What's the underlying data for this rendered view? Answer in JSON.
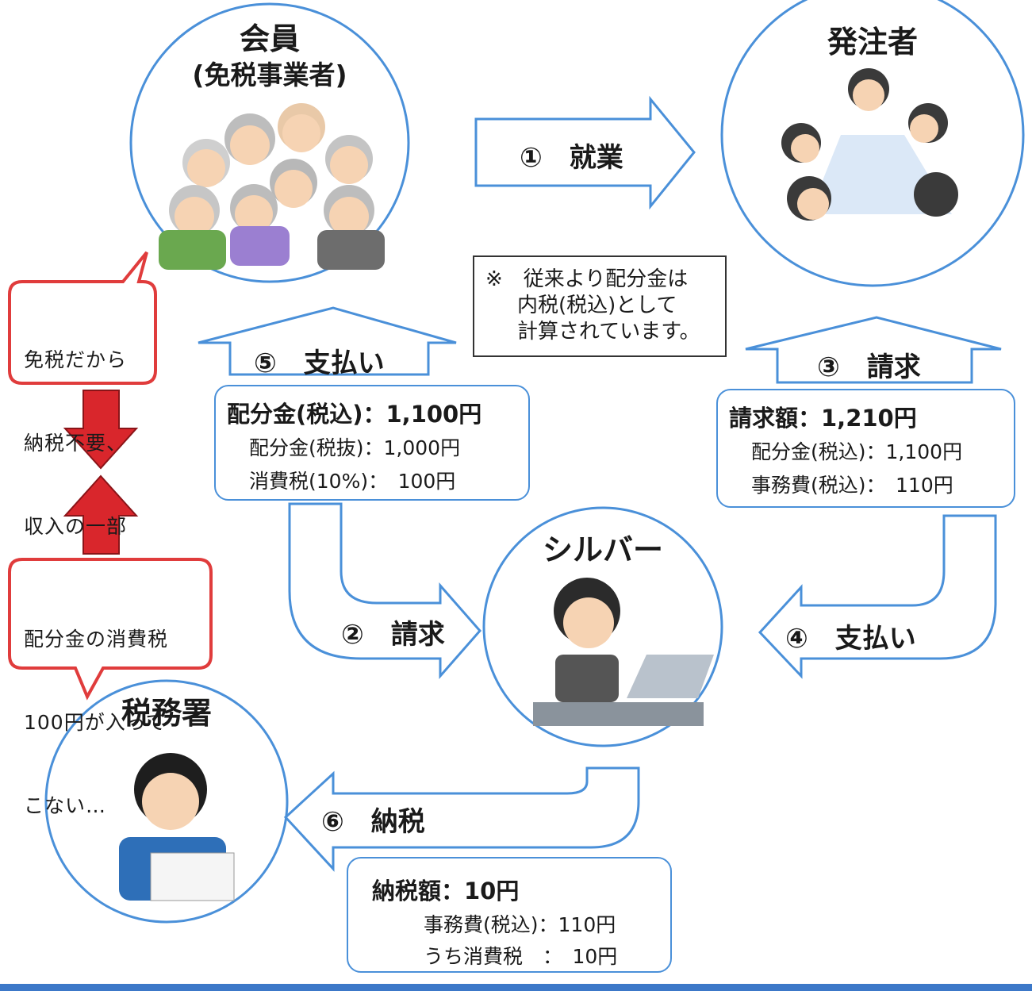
{
  "nodes": {
    "member": {
      "title": "会員",
      "subtitle": "(免税事業者)"
    },
    "client": {
      "title": "発注者"
    },
    "silver": {
      "title": "シルバー"
    },
    "tax_office": {
      "title": "税務署"
    }
  },
  "arrows": {
    "a1": "①　就業",
    "a2": "②　請求",
    "a3": "③　請求",
    "a4": "④　支払い",
    "a5": "⑤　支払い",
    "a6": "⑥　納税"
  },
  "note": {
    "line1": "※　従来より配分金は",
    "line2": "内税(税込)として",
    "line3": "計算されています。"
  },
  "box_payment": {
    "head": "配分金(税込)：1,100円",
    "row1": "配分金(税抜)：1,000円",
    "row2": "消費税(10%)：　100円"
  },
  "box_invoice": {
    "head": "請求額：1,210円",
    "row1": "配分金(税込)：1,100円",
    "row2": "事務費(税込)：　110円"
  },
  "box_tax": {
    "head": "納税額：10円",
    "row1": "事務費(税込)：110円",
    "row2": "うち消費税　：　10円"
  },
  "bubble_top": {
    "line1": "免税だから",
    "line2": "納税不要、",
    "line3": "収入の一部"
  },
  "bubble_bottom": {
    "line1": "配分金の消費税",
    "line2": "100円が入って",
    "line3": "こない…"
  },
  "colors": {
    "arrow_outline": "#4a90d9",
    "circle_outline": "#4a90d9",
    "bubble_outline": "#e03c3c",
    "red_arrow": "#d9262c",
    "bottom_bar": "#3c78c8"
  }
}
